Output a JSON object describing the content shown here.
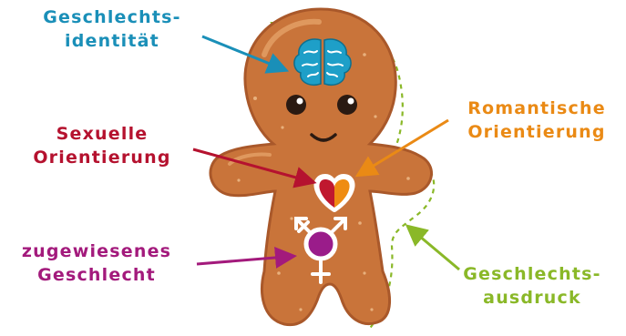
{
  "colors": {
    "identity": "#1a8fb8",
    "sexual": "#b5122f",
    "romantic": "#ea8a15",
    "assigned": "#a31a7c",
    "expression": "#8ab828",
    "cookie": "#c9743a",
    "cookie_dark": "#a9582a"
  },
  "labels": {
    "identity": [
      "Geschlechts-",
      "identität"
    ],
    "sexual": [
      "Sexuelle",
      "Orientierung"
    ],
    "romantic": [
      "Romantische",
      "Orientierung"
    ],
    "assigned": [
      "zugewiesenes",
      "Geschlecht"
    ],
    "expression": [
      "Geschlechts-",
      "ausdruck"
    ]
  },
  "icons": {
    "head": "brain-icon",
    "chest": "heart-icon",
    "belly": "gender-symbol-icon"
  }
}
